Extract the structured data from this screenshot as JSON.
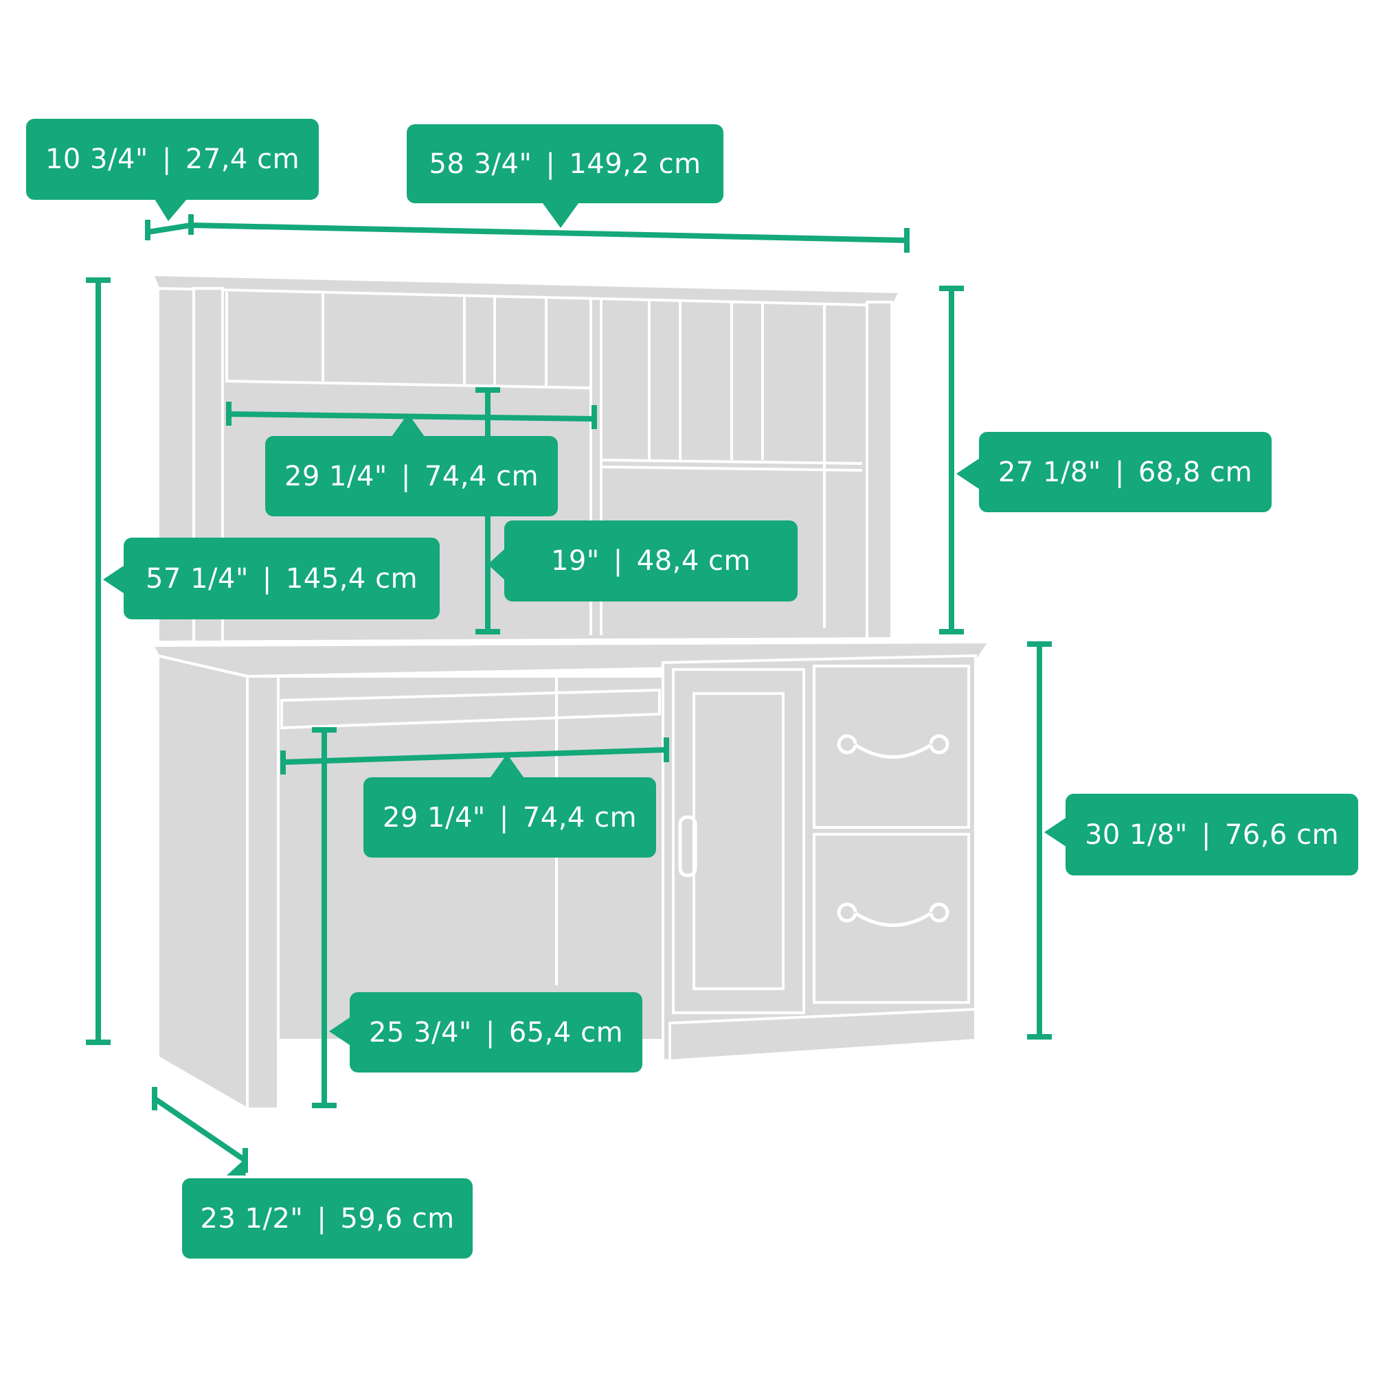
{
  "colors": {
    "accent": "#14a87a",
    "furniture_fill": "#d9d9d9",
    "furniture_line": "#ffffff",
    "background": "#ffffff"
  },
  "dimensions": {
    "depth_hutch": {
      "inches": "10 3/4\"",
      "cm": "27,4 cm"
    },
    "width_overall": {
      "inches": "58 3/4\"",
      "cm": "149,2 cm"
    },
    "hutch_opening_width": {
      "inches": "29 1/4\"",
      "cm": "74,4 cm"
    },
    "hutch_height": {
      "inches": "27 1/8\"",
      "cm": "68,8 cm"
    },
    "hutch_opening_height": {
      "inches": "19\"",
      "cm": "48,4 cm"
    },
    "overall_height": {
      "inches": "57 1/4\"",
      "cm": "145,4 cm"
    },
    "knee_space_width": {
      "inches": "29 1/4\"",
      "cm": "74,4 cm"
    },
    "desk_height": {
      "inches": "30 1/8\"",
      "cm": "76,6 cm"
    },
    "knee_space_height": {
      "inches": "25 3/4\"",
      "cm": "65,4 cm"
    },
    "desk_depth": {
      "inches": "23 1/2\"",
      "cm": "59,6 cm"
    }
  },
  "separator": "|"
}
